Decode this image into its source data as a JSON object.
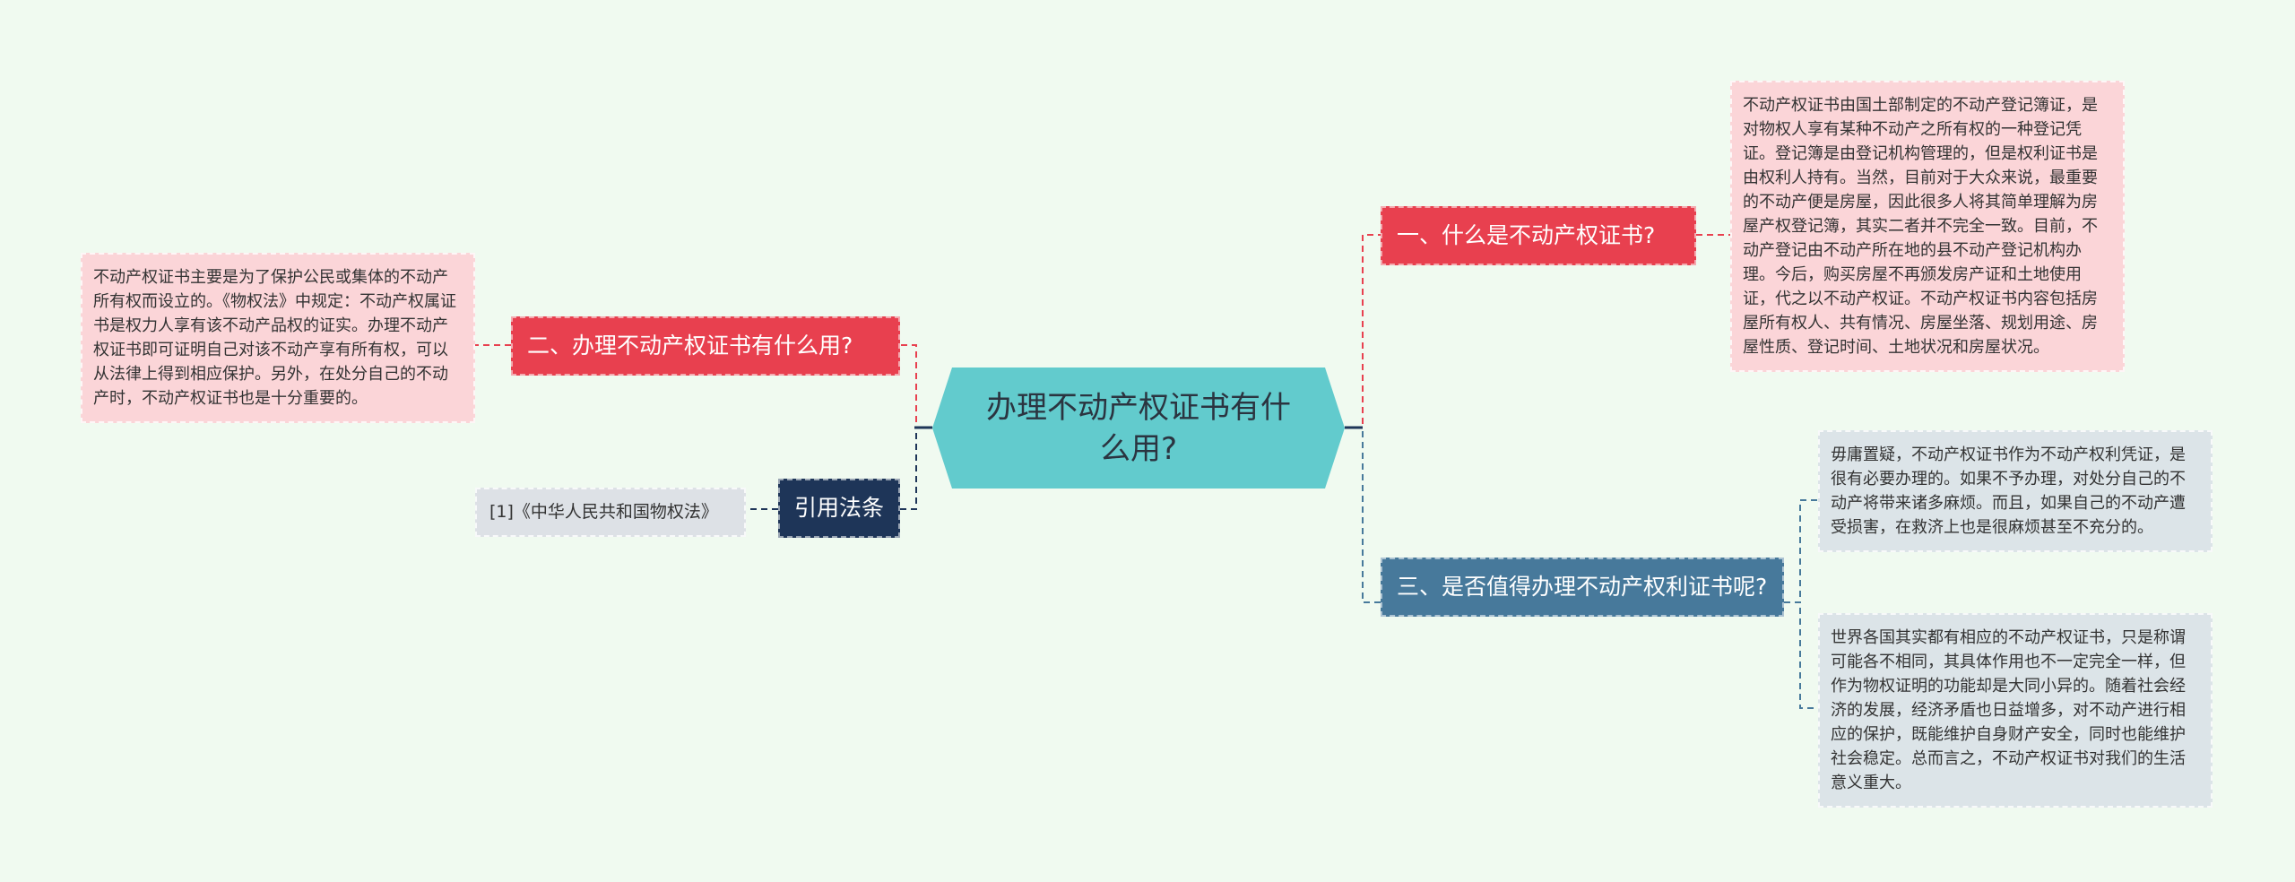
{
  "center": {
    "label": "办理不动产权证书有什么用?"
  },
  "branches": {
    "b1": {
      "label": "一、什么是不动产权证书?",
      "color": "#e8404f"
    },
    "b2": {
      "label": "二、办理不动产权证书有什么用?",
      "color": "#e8404f"
    },
    "b3": {
      "label": "三、是否值得办理不动产权利证书呢?",
      "color": "#47799b"
    },
    "b4": {
      "label": "引用法条",
      "color": "#1e3558"
    }
  },
  "leaves": {
    "l1": "不动产权证书由国土部制定的不动产登记簿证，是对物权人享有某种不动产之所有权的一种登记凭证。登记簿是由登记机构管理的，但是权利证书是由权利人持有。当然，目前对于大众来说，最重要的不动产便是房屋，因此很多人将其简单理解为房屋产权登记簿，其实二者并不完全一致。目前，不动产登记由不动产所在地的县不动产登记机构办理。今后，购买房屋不再颁发房产证和土地使用证，代之以不动产权证。不动产权证书内容包括房屋所有权人、共有情况、房屋坐落、规划用途、房屋性质、登记时间、土地状况和房屋状况。",
    "l2": "不动产权证书主要是为了保护公民或集体的不动产所有权而设立的。《物权法》中规定：不动产权属证书是权力人享有该不动产品权的证实。办理不动产权证书即可证明自己对该不动产享有所有权，可以从法律上得到相应保护。另外，在处分自己的不动产时，不动产权证书也是十分重要的。",
    "l3": "毋庸置疑，不动产权证书作为不动产权利凭证，是很有必要办理的。如果不予办理，对处分自己的不动产将带来诸多麻烦。而且，如果自己的不动产遭受损害，在救济上也是很麻烦甚至不充分的。",
    "l4": "世界各国其实都有相应的不动产权证书，只是称谓可能各不相同，其具体作用也不一定完全一样，但作为物权证明的功能却是大同小异的。随着社会经济的发展，经济矛盾也日益增多，对不动产进行相应的保护，既能维护自身财产安全，同时也能维护社会稳定。总而言之，不动产权证书对我们的生活意义重大。",
    "l5": "[1]《中华人民共和国物权法》"
  },
  "colors": {
    "background": "#f0faf0",
    "center": "#62cbcd",
    "red_branch": "#e8404f",
    "blue_branch": "#47799b",
    "navy_branch": "#1e3558",
    "pink_leaf": "#fbd5d8",
    "gray_leaf": "#dce4e8"
  }
}
